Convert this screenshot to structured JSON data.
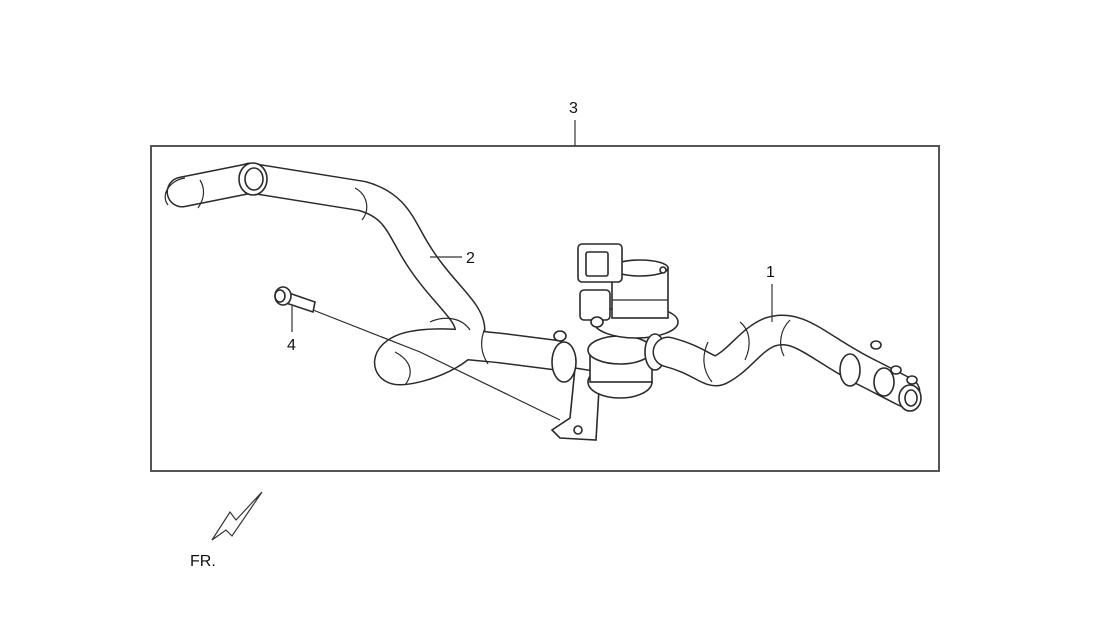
{
  "callouts": {
    "c1": "1",
    "c2": "2",
    "c3": "3",
    "c4": "4"
  },
  "direction_label": "FR."
}
